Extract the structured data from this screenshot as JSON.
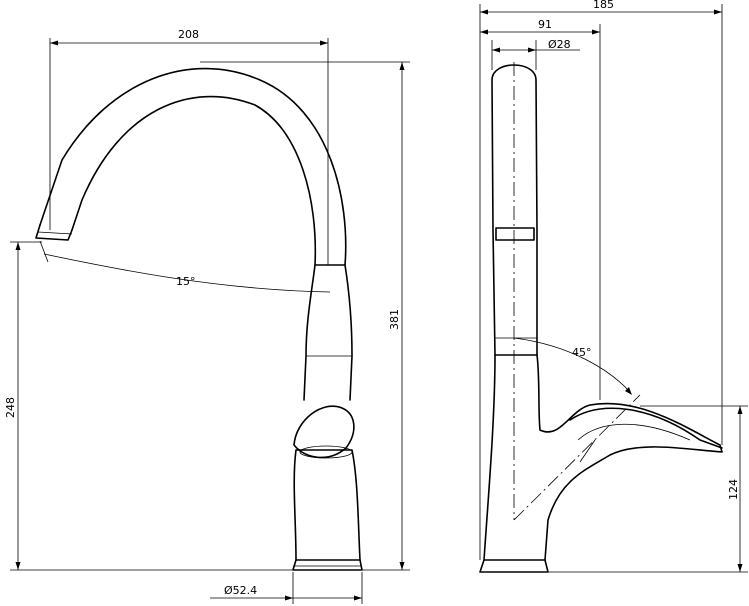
{
  "front_view": {
    "width_label": "208",
    "height_label": "381",
    "spout_height_label": "248",
    "angle_label": "15°",
    "base_diameter_label": "Ø52.4"
  },
  "side_view": {
    "overall_depth_label": "185",
    "spout_reach_label": "91",
    "spout_diameter_label": "Ø28",
    "handle_angle_label": "45°",
    "handle_height_label": "124"
  }
}
